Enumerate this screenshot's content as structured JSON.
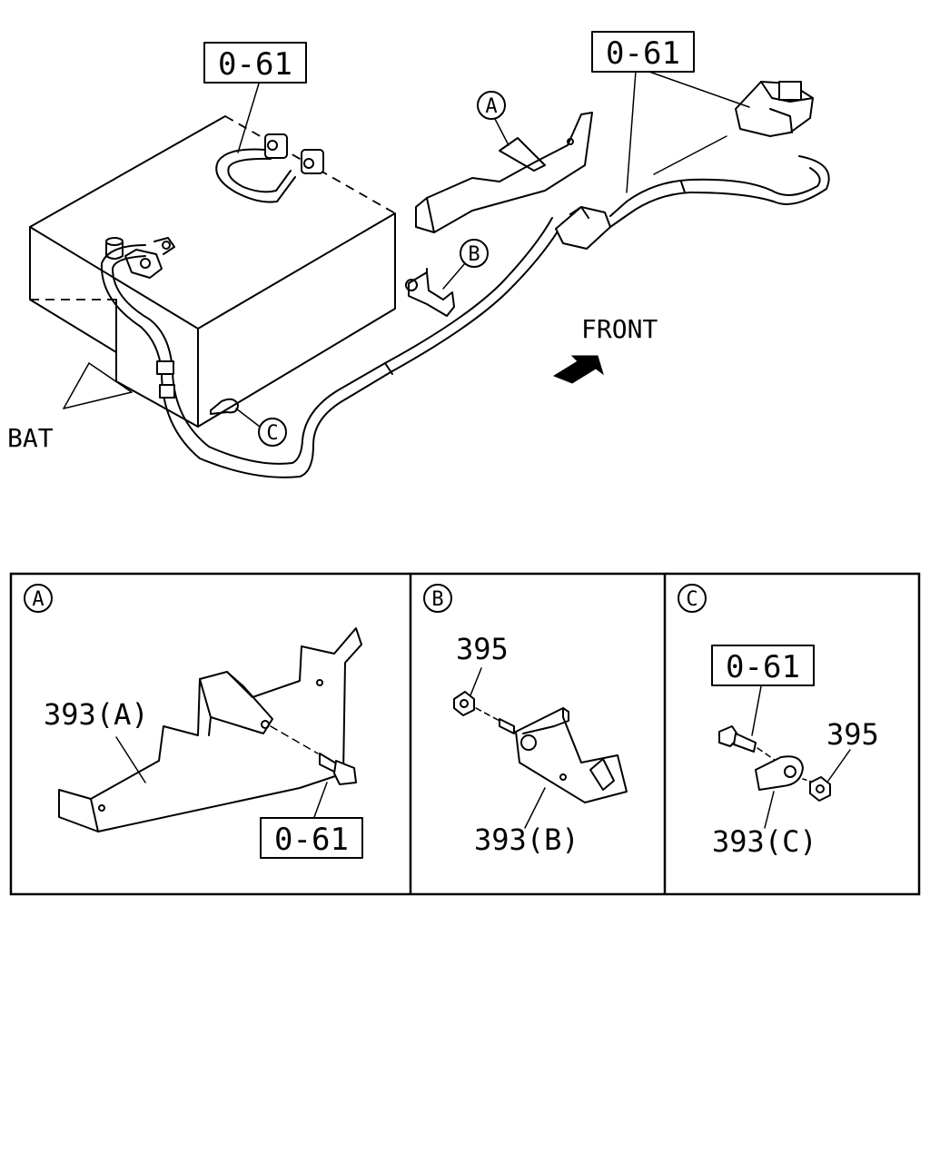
{
  "main_view": {
    "ref_label_left": "0-61",
    "ref_label_right": "0-61",
    "callout_a": "A",
    "callout_b": "B",
    "callout_c": "C",
    "front_label": "FRONT",
    "battery_label": "BAT"
  },
  "detail_panels": [
    {
      "circle": "A",
      "part_label": "393(A)",
      "ref_label": "0-61"
    },
    {
      "circle": "B",
      "nut_label": "395",
      "part_label": "393(B)"
    },
    {
      "circle": "C",
      "ref_label": "0-61",
      "nut_label": "395",
      "part_label": "393(C)"
    }
  ]
}
